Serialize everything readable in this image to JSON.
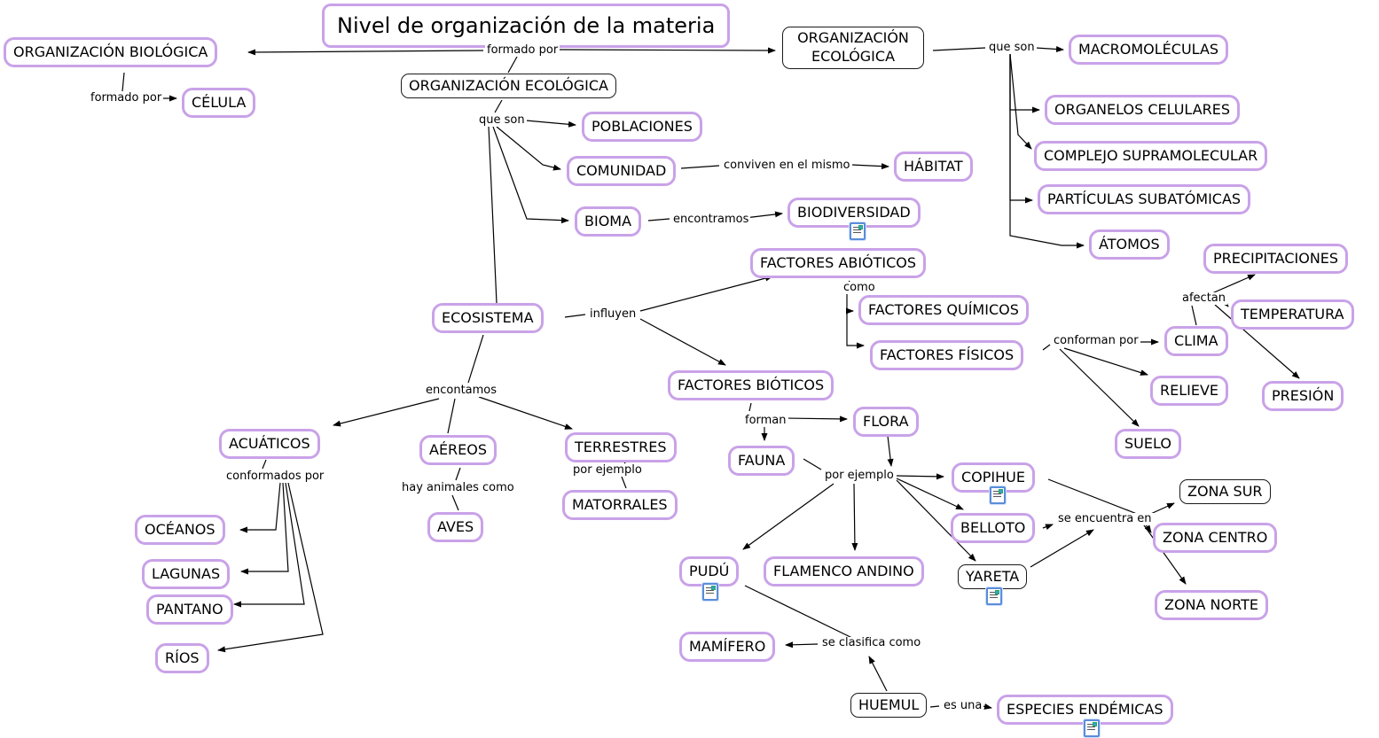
{
  "diagram": {
    "colors": {
      "node_border_accent": "#c9a2e8",
      "plain_node_border": "#1a1a1a",
      "line_color": "#000000"
    },
    "nodes": [
      {
        "id": "title",
        "label": "Nivel de organización de la materia"
      },
      {
        "id": "organizacion-biologica",
        "label": "ORGANIZACIÓN BIOLÓGICA"
      },
      {
        "id": "celula",
        "label": "CÉLULA"
      },
      {
        "id": "organizacion-ecologica-a",
        "label": "ORGANIZACIÓN ECOLÓGICA"
      },
      {
        "id": "macromoleculas",
        "label": "MACROMOLÉCULAS"
      },
      {
        "id": "organizacion-ecologica-b",
        "label": "ORGANIZACIÓN ECOLÓGICA"
      },
      {
        "id": "poblaciones",
        "label": "POBLACIONES"
      },
      {
        "id": "comunidad",
        "label": "COMUNIDAD"
      },
      {
        "id": "habitat",
        "label": "HÁBITAT"
      },
      {
        "id": "bioma",
        "label": "BIOMA"
      },
      {
        "id": "biodiversidad",
        "label": "BIODIVERSIDAD",
        "has_resource_icon": true
      },
      {
        "id": "organelos-celulares",
        "label": "ORGANELOS CELULARES"
      },
      {
        "id": "complejo-supramolecular",
        "label": "COMPLEJO SUPRAMOLECULAR"
      },
      {
        "id": "particulas-subatomicas",
        "label": "PARTÍCULAS SUBATÓMICAS"
      },
      {
        "id": "atomos",
        "label": "ÁTOMOS"
      },
      {
        "id": "precipitaciones",
        "label": "PRECIPITACIONES"
      },
      {
        "id": "factores-abioticos",
        "label": "FACTORES ABIÓTICOS"
      },
      {
        "id": "factores-quimicos",
        "label": "FACTORES QUÍMICOS"
      },
      {
        "id": "temperatura",
        "label": "TEMPERATURA"
      },
      {
        "id": "clima",
        "label": "CLIMA"
      },
      {
        "id": "factores-fisicos",
        "label": "FACTORES FÍSICOS"
      },
      {
        "id": "ecosistema",
        "label": "ECOSISTEMA"
      },
      {
        "id": "relieve",
        "label": "RELIEVE"
      },
      {
        "id": "presion",
        "label": "PRESIÓN"
      },
      {
        "id": "factores-bioticos",
        "label": "FACTORES BIÓTICOS"
      },
      {
        "id": "flora",
        "label": "FLORA"
      },
      {
        "id": "suelo",
        "label": "SUELO"
      },
      {
        "id": "fauna",
        "label": "FAUNA"
      },
      {
        "id": "acuaticos",
        "label": "ACUÁTICOS"
      },
      {
        "id": "aereos",
        "label": "AÉREOS"
      },
      {
        "id": "terrestres",
        "label": "TERRESTRES"
      },
      {
        "id": "matorrales",
        "label": "MATORRALES"
      },
      {
        "id": "copihue",
        "label": "COPIHUE",
        "has_resource_icon": true
      },
      {
        "id": "aves",
        "label": "AVES"
      },
      {
        "id": "oceanos",
        "label": "OCÉANOS"
      },
      {
        "id": "zona-sur",
        "label": "ZONA SUR"
      },
      {
        "id": "belloto",
        "label": "BELLOTO"
      },
      {
        "id": "zona-centro",
        "label": "ZONA CENTRO"
      },
      {
        "id": "lagunas",
        "label": "LAGUNAS"
      },
      {
        "id": "yareta",
        "label": "YARETA",
        "has_resource_icon": true
      },
      {
        "id": "pudu",
        "label": "PUDÚ",
        "has_resource_icon": true
      },
      {
        "id": "flamenco-andino",
        "label": "FLAMENCO ANDINO"
      },
      {
        "id": "pantano",
        "label": "PANTANO"
      },
      {
        "id": "zona-norte",
        "label": "ZONA NORTE"
      },
      {
        "id": "rios",
        "label": "RÍOS"
      },
      {
        "id": "mamifero",
        "label": "MAMÍFERO"
      },
      {
        "id": "huemul",
        "label": "HUEMUL"
      },
      {
        "id": "especies-endemicas",
        "label": "ESPECIES ENDÉMICAS",
        "has_resource_icon": true
      }
    ],
    "edge_labels": [
      {
        "text": "formado por"
      },
      {
        "text": "formado por"
      },
      {
        "text": "que son"
      },
      {
        "text": "que son"
      },
      {
        "text": "conviven en el mismo"
      },
      {
        "text": "encontramos"
      },
      {
        "text": "como"
      },
      {
        "text": "influyen"
      },
      {
        "text": "afectan"
      },
      {
        "text": "conforman por"
      },
      {
        "text": "encontamos"
      },
      {
        "text": "conformados por"
      },
      {
        "text": "hay animales como"
      },
      {
        "text": "por ejemplo"
      },
      {
        "text": "forman"
      },
      {
        "text": "por ejemplo"
      },
      {
        "text": "se encuentra en"
      },
      {
        "text": "se clasifica como"
      },
      {
        "text": "es una"
      }
    ]
  }
}
